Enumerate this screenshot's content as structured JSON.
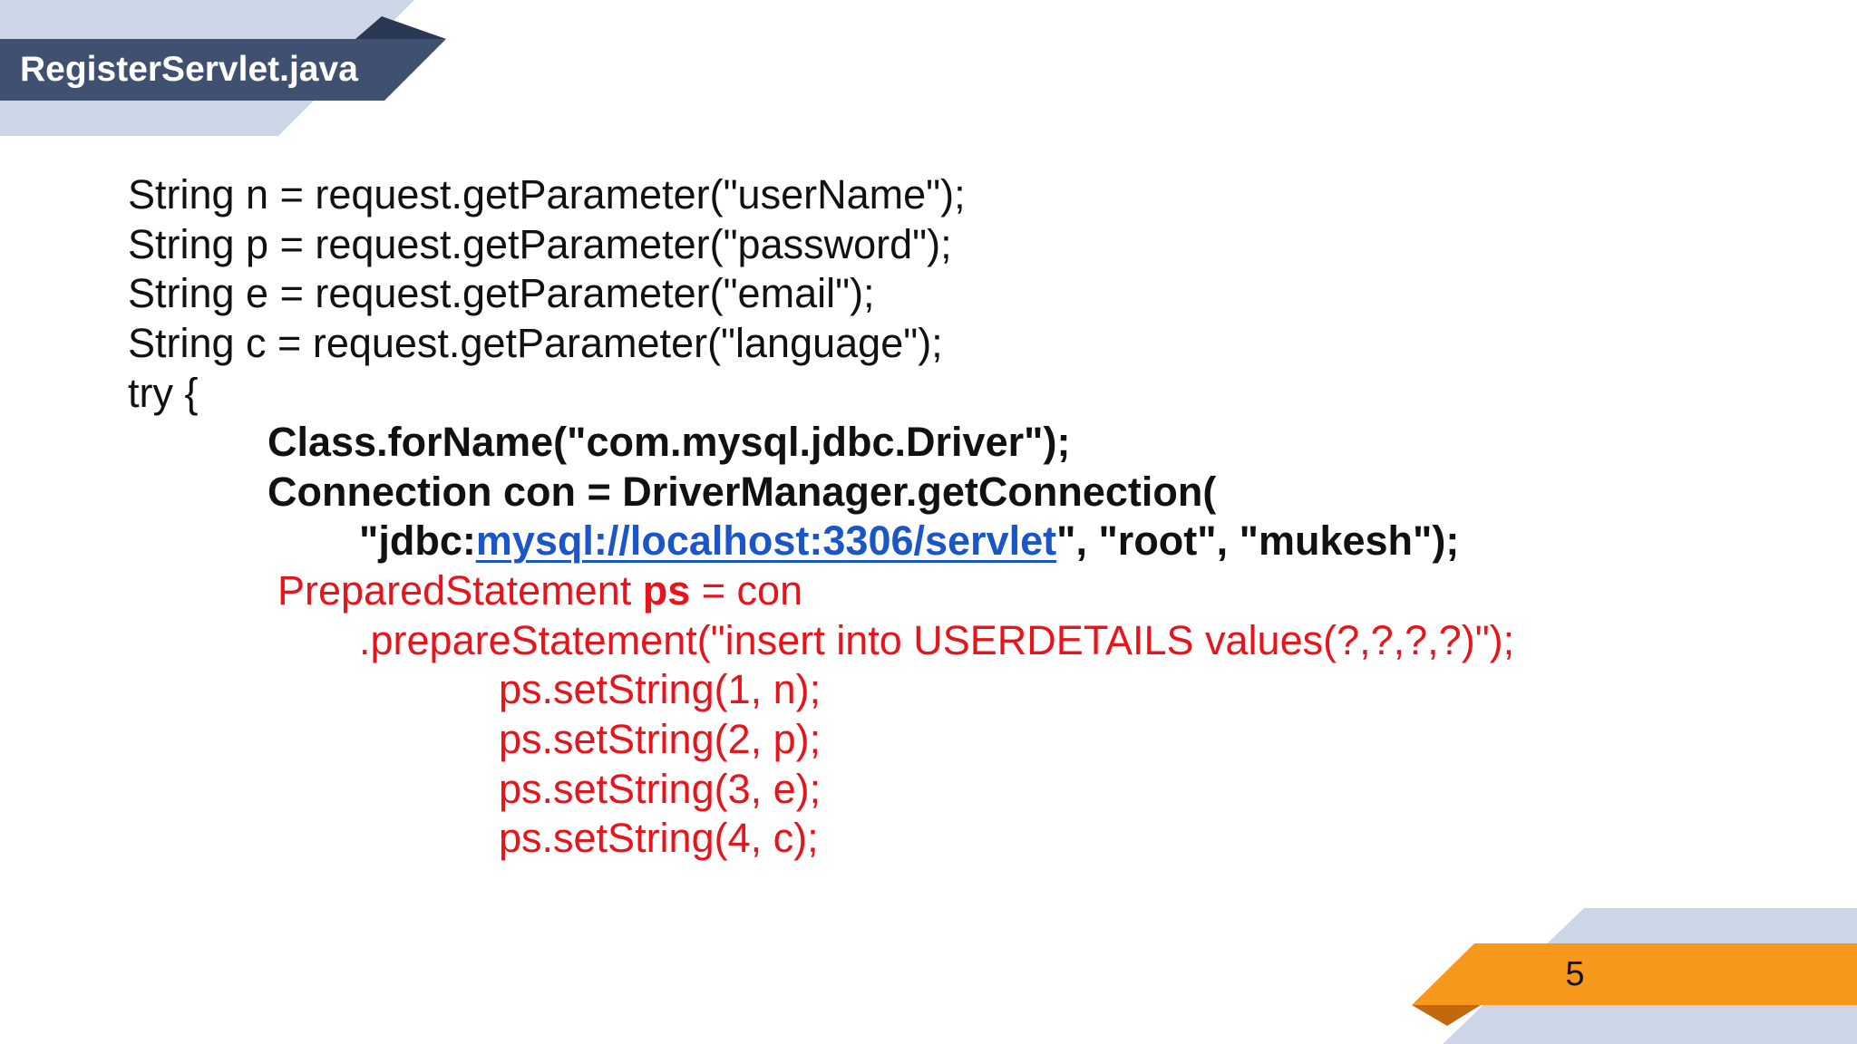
{
  "slide": {
    "title": "RegisterServlet.java",
    "page_number": "5"
  },
  "code": {
    "lines": [
      {
        "segments": [
          "String n = request.getParameter(\"userName\");"
        ]
      },
      {
        "segments": [
          "String p = request.getParameter(\"password\");"
        ]
      },
      {
        "segments": [
          "String e = request.getParameter(\"email\");"
        ]
      },
      {
        "segments": [
          "String c = request.getParameter(\"language\");"
        ]
      },
      {
        "segments": [
          "try {"
        ]
      },
      {
        "segments": [
          "Class.forName(\"com.mysql.jdbc.Driver\");"
        ]
      },
      {
        "segments": [
          "Connection con = DriverManager.getConnection("
        ]
      },
      {
        "segments": [
          "\"jdbc:",
          "mysql://localhost:3306/servlet",
          "\", \"root\", \"mukesh\");"
        ]
      },
      {
        "segments": [
          "PreparedStatement ",
          "ps",
          " = con"
        ]
      },
      {
        "segments": [
          ".prepareStatement(\"insert into USERDETAILS values(?,?,?,?)\");"
        ]
      },
      {
        "segments": [
          "ps.setString(1, n);"
        ]
      },
      {
        "segments": [
          "ps.setString(2, p);"
        ]
      },
      {
        "segments": [
          "ps.setString(3, e);"
        ]
      },
      {
        "segments": [
          "ps.setString(4, c);"
        ]
      }
    ]
  },
  "colors": {
    "title_banner": "#3f5071",
    "title_banner_fold": "#2b3853",
    "title_text": "#ffffff",
    "accent_light": "#cdd6e6",
    "accent_orange": "#f7981d",
    "accent_orange_fold": "#c2690f",
    "code_text": "#111111",
    "code_highlight": "#e8141c",
    "link": "#1a56c8"
  }
}
